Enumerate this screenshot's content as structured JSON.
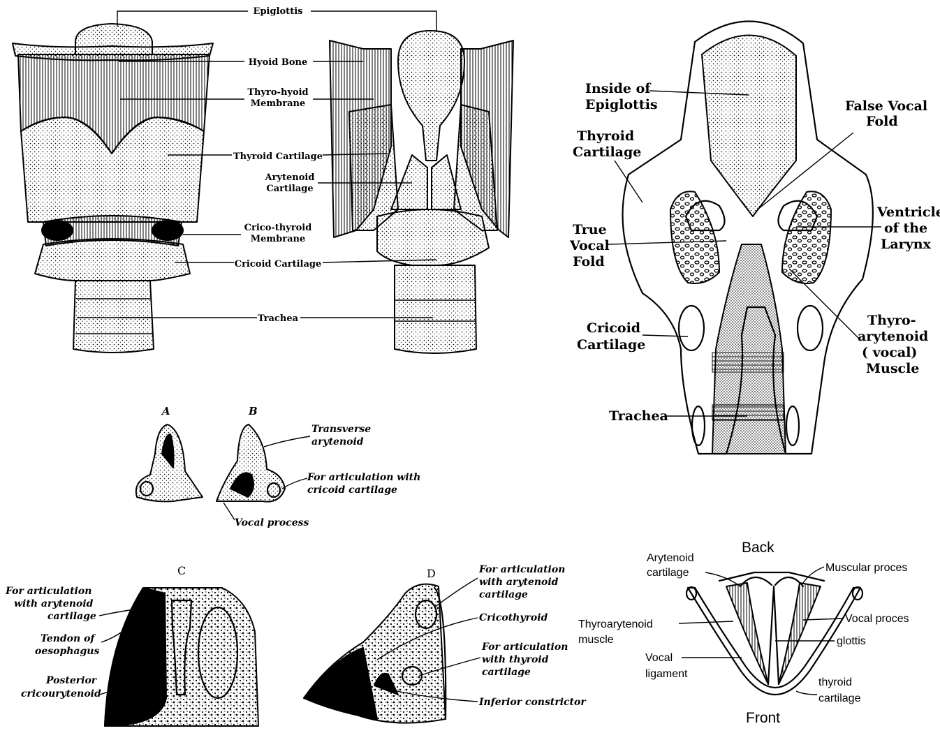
{
  "fig1": {
    "labels": {
      "epiglottis": "Epiglottis",
      "hyoid": "Hyoid Bone",
      "thyrohyoid_1": "Thyro-hyoid",
      "thyrohyoid_2": "Membrane",
      "thyroid": "Thyroid Cartilage",
      "arytenoid_1": "Arytenoid",
      "arytenoid_2": "Cartilage",
      "cricothyroid_1": "Crico-thyroid",
      "cricothyroid_2": "Membrane",
      "cricoid": "Cricoid Cartilage",
      "trachea": "Trachea"
    }
  },
  "fig2": {
    "labels": {
      "inside_epi_1": "Inside of",
      "inside_epi_2": "Epiglottis",
      "false_vf_1": "False Vocal",
      "false_vf_2": "Fold",
      "thyroid_1": "Thyroid",
      "thyroid_2": "Cartilage",
      "ventricle_1": "Ventricle",
      "ventricle_2": "of the",
      "ventricle_3": "Larynx",
      "true_vf_1": "True",
      "true_vf_2": "Vocal",
      "true_vf_3": "Fold",
      "thyroaryt_1": "Thyro-",
      "thyroaryt_2": "arytenoid",
      "thyroaryt_3": "( vocal)",
      "thyroaryt_4": "Muscle",
      "cricoid_1": "Cricoid",
      "cricoid_2": "Cartilage",
      "trachea": "Trachea"
    }
  },
  "fig3": {
    "letters": {
      "a": "A",
      "b": "B"
    },
    "labels": {
      "transverse_1": "Transverse",
      "transverse_2": "arytenoid",
      "artic_1": "For articulation with",
      "artic_2": "cricoid cartilage",
      "vocal_process": "Vocal process"
    }
  },
  "fig4": {
    "letters": {
      "c": "C",
      "d": "D"
    },
    "c_labels": {
      "artic_1": "For articulation",
      "artic_2": "with arytenoid",
      "artic_3": "cartilage",
      "tendon_1": "Tendon of",
      "tendon_2": "oesophagus",
      "post_1": "Posterior",
      "post_2": "cricourytenoid"
    },
    "d_labels": {
      "artic_a_1": "For articulation",
      "artic_a_2": "with arytenoid",
      "artic_a_3": "cartilage",
      "cricothyroid": "Cricothyroid",
      "artic_t_1": "For articulation",
      "artic_t_2": "with thyroid",
      "artic_t_3": "cartilage",
      "inferior": "Inferior constrictor"
    }
  },
  "fig5": {
    "labels": {
      "back": "Back",
      "front": "Front",
      "arytenoid_1": "Arytenoid",
      "arytenoid_2": "cartilage",
      "muscular": "Muscular proces",
      "thyroaryt_1": "Thyroarytenoid",
      "thyroaryt_2": "muscle",
      "vocal_process": "Vocal proces",
      "glottis": "glottis",
      "vocal_lig_1": "Vocal",
      "vocal_lig_2": "ligament",
      "thyroid_1": "thyroid",
      "thyroid_2": "cartilage"
    }
  }
}
